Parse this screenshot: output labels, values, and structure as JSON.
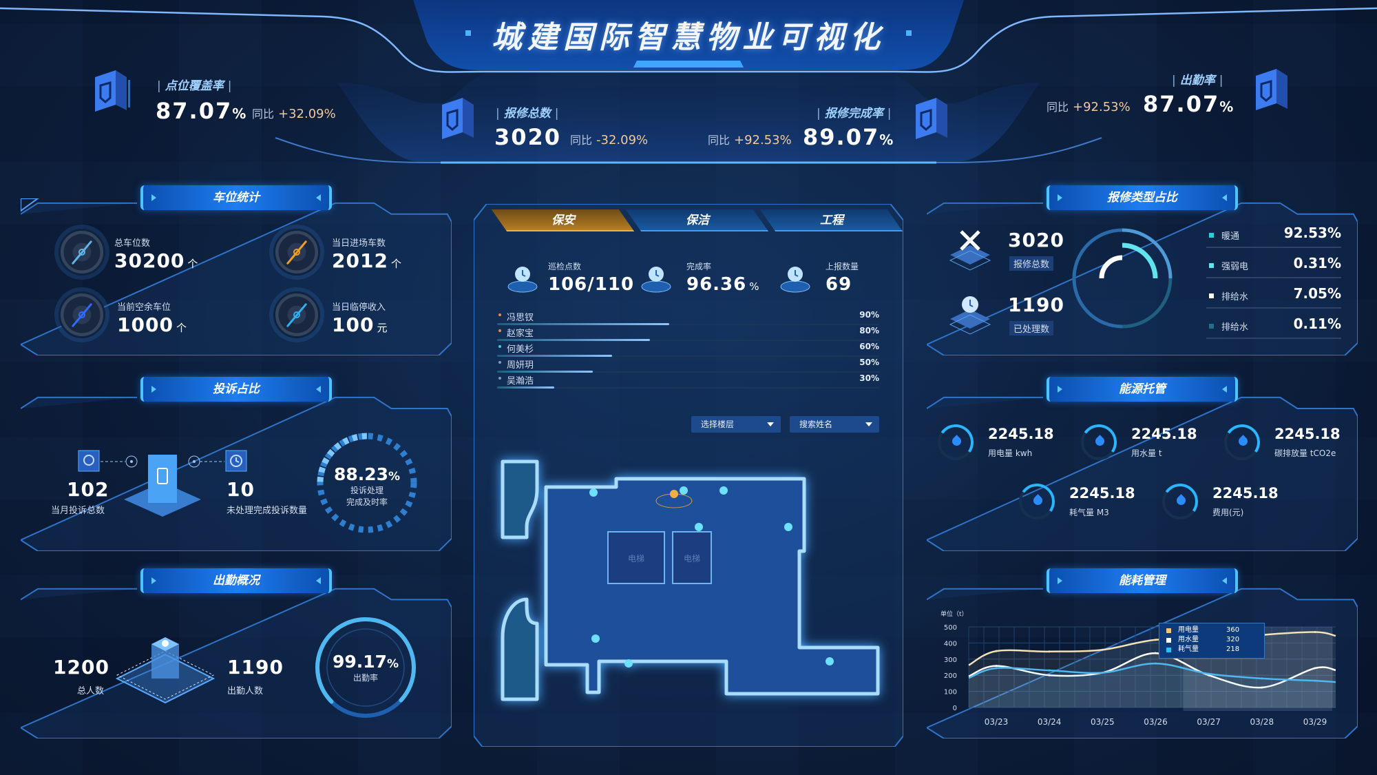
{
  "header": {
    "title": "城建国际智慧物业可视化"
  },
  "kpis": {
    "coverage": {
      "label": "点位覆盖率",
      "value": "87.07",
      "unit": "%",
      "yoy_label": "同比",
      "yoy": "+32.09%"
    },
    "repair_total": {
      "label": "报修总数",
      "value": "3020",
      "yoy_label": "同比",
      "yoy": "-32.09%"
    },
    "repair_rate": {
      "label": "报修完成率",
      "value": "89.07",
      "unit": "%",
      "yoy_label": "同比",
      "yoy": "+92.53%"
    },
    "attendance": {
      "label": "出勤率",
      "value": "87.07",
      "unit": "%",
      "yoy_label": "同比",
      "yoy": "+92.53%"
    }
  },
  "parking": {
    "title": "车位统计",
    "items": [
      {
        "label": "总车位数",
        "value": "30200",
        "unit": "个",
        "color": "#5fb7e8"
      },
      {
        "label": "当日进场车数",
        "value": "2012",
        "unit": "个",
        "color": "#f0a020"
      },
      {
        "label": "当前空余车位",
        "value": "1000",
        "unit": "个",
        "color": "#2f6bff"
      },
      {
        "label": "当日临停收入",
        "value": "100",
        "unit": "元",
        "color": "#2fb0f0"
      }
    ]
  },
  "complaints": {
    "title": "投诉占比",
    "monthly_total": {
      "value": "102",
      "label": "当月投诉总数"
    },
    "unfinished": {
      "value": "10",
      "label": "未处理完成投诉数量"
    },
    "rate": {
      "value": "88.23",
      "unit": "%",
      "label1": "投诉处理",
      "label2": "完成及时率"
    }
  },
  "attendance": {
    "title": "出勤概况",
    "total": {
      "value": "1200",
      "label": "总人数"
    },
    "present": {
      "value": "1190",
      "label": "出勤人数"
    },
    "rate": {
      "value": "99.17",
      "unit": "%",
      "label": "出勤率",
      "fraction": 0.9917
    }
  },
  "center": {
    "tabs": [
      {
        "label": "保安",
        "active": true
      },
      {
        "label": "保洁"
      },
      {
        "label": "工程"
      }
    ],
    "stats": [
      {
        "label": "巡检点数",
        "value": "106/110"
      },
      {
        "label": "完成率",
        "value": "96.36",
        "unit": "%"
      },
      {
        "label": "上报数量",
        "value": "69"
      }
    ],
    "staff": [
      {
        "name": "冯思钗",
        "pct": 90,
        "pct_label": "90%",
        "dot": "#f08a3c"
      },
      {
        "name": "赵家宝",
        "pct": 80,
        "pct_label": "80%",
        "dot": "#f08a3c"
      },
      {
        "name": "何美杉",
        "pct": 60,
        "pct_label": "60%",
        "dot": "#3cd0e0"
      },
      {
        "name": "周妍玥",
        "pct": 50,
        "pct_label": "50%",
        "dot": "#7f9cc0"
      },
      {
        "name": "吴瀚浩",
        "pct": 30,
        "pct_label": "30%",
        "dot": "#7f9cc0"
      }
    ],
    "floor_select": "选择楼层",
    "name_search": "搜索姓名",
    "map": {
      "elevator1": "电梯",
      "elevator2": "电梯"
    }
  },
  "repair_types": {
    "title": "报修类型占比",
    "total": {
      "value": "3020",
      "label": "报修总数"
    },
    "handled": {
      "value": "1190",
      "label": "已处理数"
    },
    "legend": [
      {
        "name": "暖通",
        "value": "92.53%",
        "color": "#2ad0d8"
      },
      {
        "name": "强弱电",
        "value": "0.31%",
        "color": "#5fe4f0"
      },
      {
        "name": "排给水",
        "value": "7.05%",
        "color": "#ffffff"
      },
      {
        "name": "排给水",
        "value": "0.11%",
        "color": "#2a6a8a"
      }
    ]
  },
  "energy": {
    "title": "能源托管",
    "items": [
      {
        "value": "2245.18",
        "label": "用电量 kwh"
      },
      {
        "value": "2245.18",
        "label": "用水量 t"
      },
      {
        "value": "2245.18",
        "label": "碳排放量 tCO2e"
      },
      {
        "value": "2245.18",
        "label": "耗气量 M3"
      },
      {
        "value": "2245.18",
        "label": "费用(元)"
      }
    ]
  },
  "chart_data": {
    "type": "line",
    "title": "能耗管理",
    "ylabel": "单位（t）",
    "categories": [
      "03/23",
      "03/24",
      "03/25",
      "03/26",
      "03/27",
      "03/28",
      "03/29"
    ],
    "ylim": [
      0,
      500
    ],
    "yticks": [
      0,
      100,
      200,
      300,
      400,
      500
    ],
    "grid": true,
    "series": [
      {
        "name": "用电量",
        "color": "#f3e2b8",
        "values": [
          350,
          347,
          358,
          420,
          415,
          450,
          468
        ]
      },
      {
        "name": "用水量",
        "color": "#ffffff",
        "values": [
          258,
          200,
          216,
          337,
          200,
          124,
          244
        ]
      },
      {
        "name": "耗气量",
        "color": "#4fb8f0",
        "values": [
          244,
          230,
          216,
          273,
          209,
          180,
          166
        ]
      }
    ],
    "tooltip": [
      {
        "name": "用电量",
        "value": "360",
        "color": "#f3c57a"
      },
      {
        "name": "用水量",
        "value": "320",
        "color": "#ffffff"
      },
      {
        "name": "耗气量",
        "value": "218",
        "color": "#2ac0f0"
      }
    ]
  }
}
